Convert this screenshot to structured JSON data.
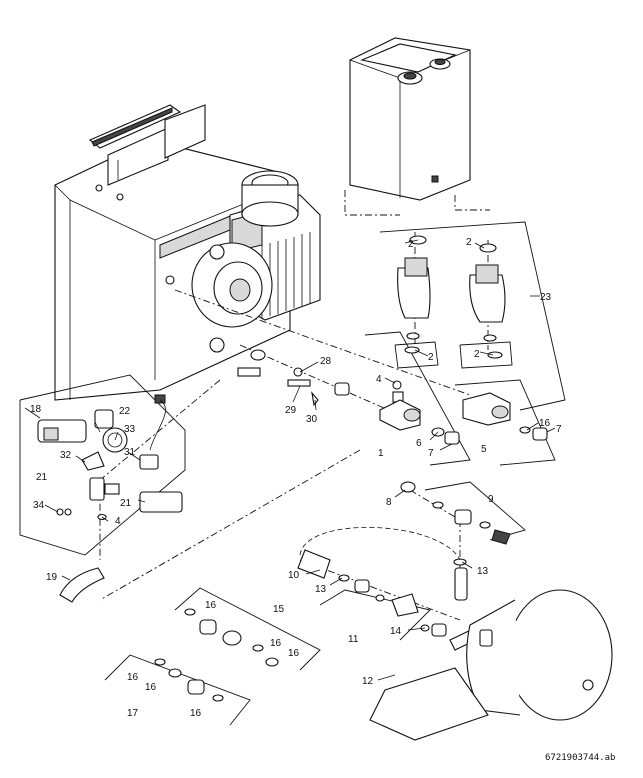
{
  "document_id": "6721903744.ab",
  "callouts": {
    "c1": "1",
    "c2a": "2",
    "c2b": "2",
    "c2c": "2",
    "c2d": "2",
    "c4a": "4",
    "c4b": "4",
    "c5": "5",
    "c6": "6",
    "c7a": "7",
    "c7b": "7",
    "c8": "8",
    "c9": "9",
    "c10": "10",
    "c11": "11",
    "c12": "12",
    "c13a": "13",
    "c13b": "13",
    "c14": "14",
    "c15": "15",
    "c16a": "16",
    "c16b": "16",
    "c16c": "16",
    "c16d": "16",
    "c16e": "16",
    "c16f": "16",
    "c16g": "16",
    "c17": "17",
    "c18": "18",
    "c19": "19",
    "c21a": "21",
    "c21b": "21",
    "c22": "22",
    "c23": "23",
    "c28": "28",
    "c29": "29",
    "c30": "30",
    "c31": "31",
    "c32": "32",
    "c33": "33",
    "c34": "34"
  }
}
